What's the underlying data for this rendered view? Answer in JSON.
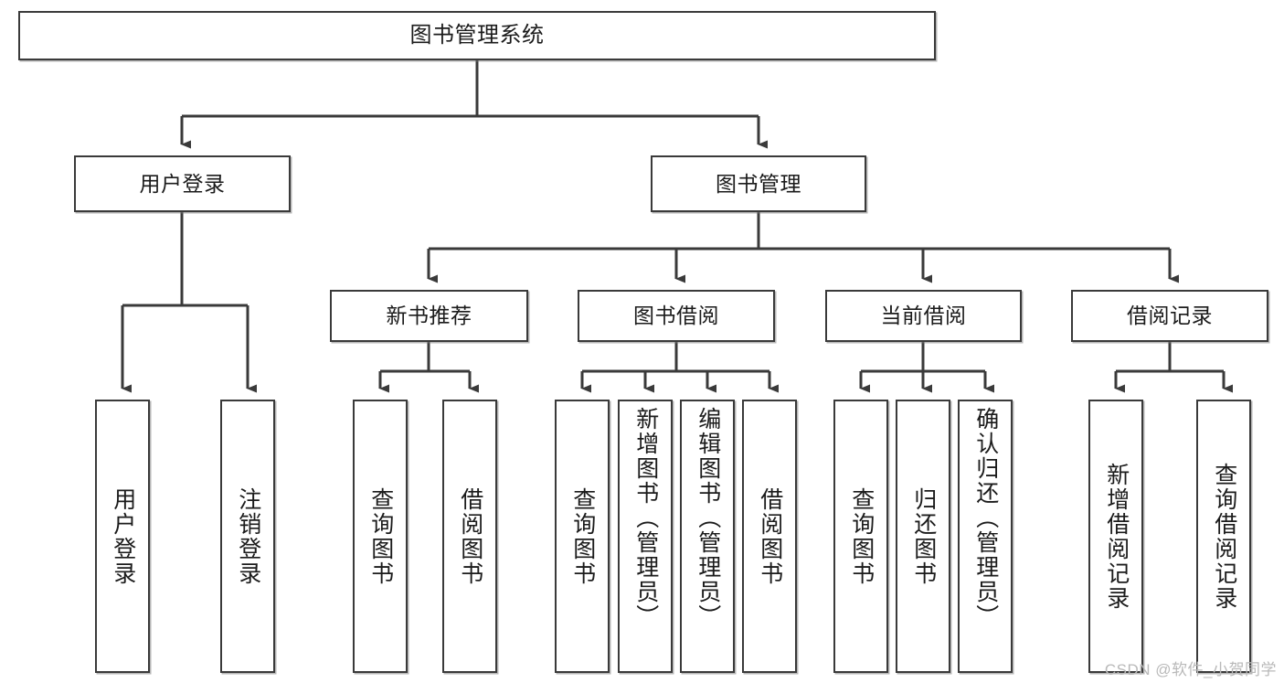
{
  "diagram": {
    "type": "hierarchy-tree",
    "title": "图书管理系统",
    "line_color": "#3a3a3a",
    "box_fill": "#ffffff",
    "text_color": "#1b1b1b",
    "levels": {
      "root": {
        "label": "图书管理系统"
      },
      "level2": [
        {
          "label": "用户登录"
        },
        {
          "label": "图书管理"
        }
      ],
      "level3": [
        {
          "label": "新书推荐"
        },
        {
          "label": "图书借阅"
        },
        {
          "label": "当前借阅"
        },
        {
          "label": "借阅记录"
        }
      ],
      "leaves": [
        {
          "label": "用户登录",
          "parent": "用户登录"
        },
        {
          "label": "注销登录",
          "parent": "用户登录"
        },
        {
          "label": "查询图书",
          "parent": "新书推荐"
        },
        {
          "label": "借阅图书",
          "parent": "新书推荐"
        },
        {
          "label": "查询图书",
          "parent": "图书借阅"
        },
        {
          "label": "新增图书（管理员）",
          "parent": "图书借阅"
        },
        {
          "label": "编辑图书（管理员）",
          "parent": "图书借阅"
        },
        {
          "label": "借阅图书",
          "parent": "图书借阅"
        },
        {
          "label": "查询图书",
          "parent": "当前借阅"
        },
        {
          "label": "归还图书",
          "parent": "当前借阅"
        },
        {
          "label": "确认归还（管理员）",
          "parent": "当前借阅"
        },
        {
          "label": "新增借阅记录",
          "parent": "借阅记录"
        },
        {
          "label": "查询借阅记录",
          "parent": "借阅记录"
        }
      ]
    }
  },
  "watermark": {
    "text": "CSDN @软件_小贺同学"
  }
}
